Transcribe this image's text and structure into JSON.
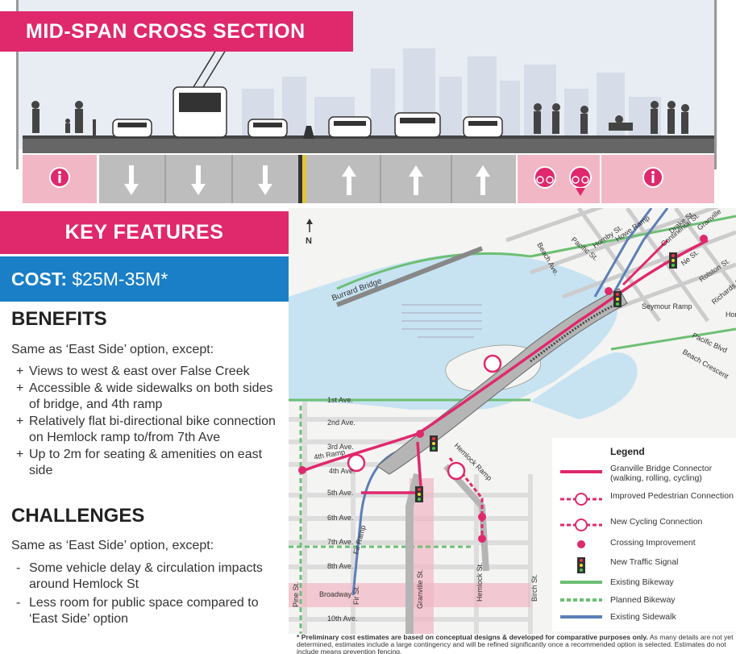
{
  "cross_section": {
    "title": "MID-SPAN CROSS SECTION"
  },
  "key_features": {
    "title": "KEY FEATURES",
    "cost_label": "COST:",
    "cost_value": "$25M-35M*"
  },
  "benefits": {
    "heading": "BENEFITS",
    "intro": "Same as ‘East Side’ option, except:",
    "items": [
      "Views to west & east over False Creek",
      "Accessible & wide sidewalks on both sides of bridge, and 4th ramp",
      "Relatively flat bi-directional bike connection on Hemlock ramp to/from 7th Ave",
      "Up to 2m for seating & amenities on east side"
    ],
    "marker": "+"
  },
  "challenges": {
    "heading": "CHALLENGES",
    "intro": "Same as ‘East Side’ option, except:",
    "items": [
      "Some vehicle delay & circulation impacts around Hemlock St",
      "Less room for public space compared to ‘East Side’ option"
    ],
    "marker": "-"
  },
  "map": {
    "north": "N",
    "labels": {
      "burrard": "Burrard Bridge",
      "beach_ave": "Beach Ave.",
      "pacific_st": "Pacific St.",
      "hornby": "Hornby St.",
      "howe_ramp": "Howe Ramp",
      "drake": "Drake St.",
      "granville": "Granville",
      "continental": "Continental St.",
      "nelson": "Ne St.",
      "rolston": "Rolston St.",
      "richards": "Richards St.",
      "seymour_ramp": "Seymour Ramp",
      "pacific_blvd": "Pacific Blvd",
      "beach_crescent": "Beach Crescent",
      "home": "Hom",
      "first": "1st Ave.",
      "second": "2nd Ave.",
      "third": "3rd Ave.",
      "fourth_ramp": "4th Ramp",
      "fourth": "4th Ave.",
      "fifth": "5th Ave.",
      "sixth": "6th Ave.",
      "seventh": "7th Ave.",
      "eighth": "8th Ave.",
      "broadway": "Broadway",
      "tenth": "10th Ave.",
      "pine": "Pine St.",
      "fir": "Fir St.",
      "fir_ramp": "Fir Ramp",
      "granville_st": "Granville St.",
      "hemlock_st": "Hemlock St.",
      "hemlock_ramp": "Hemlock Ramp",
      "birch": "Birch St."
    }
  },
  "legend": {
    "title": "Legend",
    "items": [
      {
        "label": "Granville Bridge Connector (walking, rolling, cycling)",
        "type": "connector"
      },
      {
        "label": "Improved Pedestrian Connection",
        "type": "pedestrian"
      },
      {
        "label": "New Cycling Connection",
        "type": "cycling"
      },
      {
        "label": "Crossing Improvement",
        "type": "crossing"
      },
      {
        "label": "New Traffic Signal",
        "type": "signal"
      },
      {
        "label": "Existing Bikeway",
        "type": "bikeway"
      },
      {
        "label": "Planned Bikeway",
        "type": "planned"
      },
      {
        "label": "Existing Sidewalk",
        "type": "sidewalk"
      }
    ]
  },
  "footnote": {
    "marker": "*",
    "bold": "Preliminary cost estimates are based on conceptual designs & developed for comparative purposes only.",
    "rest": "As many details are not yet determined, estimates include a large contingency and will be refined significantly once a recommended option is selected. Estimates do not include means prevention fencing."
  },
  "colors": {
    "magenta": "#e0286c",
    "blue": "#1a7fc6",
    "pink_zone": "#f1b7c5",
    "lane_gray": "#bdbdbd",
    "bikeway_green": "#6cbf73",
    "sidewalk_blue": "#5b7fb9",
    "water": "#c7e3f2"
  }
}
